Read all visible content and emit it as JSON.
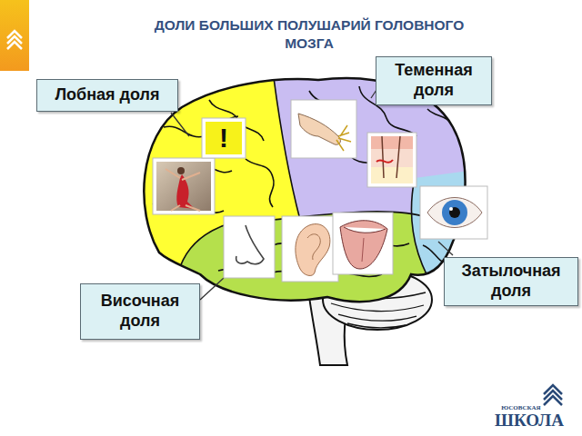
{
  "diagram": {
    "title": "ДОЛИ БОЛЬШИХ ПОЛУШАРИЙ ГОЛОВНОГО МОЗГА",
    "nodes": [
      {
        "text": [
          "Лобная доля"
        ]
      },
      {
        "text": [
          "Теменная доля"
        ]
      },
      {
        "text": [
          "Височная доля"
        ]
      },
      {
        "text": [
          "Затылочная доля"
        ]
      }
    ],
    "labels": [
      "!",
      "ЮСОВСКАЯ",
      "ШКОЛА"
    ]
  }
}
